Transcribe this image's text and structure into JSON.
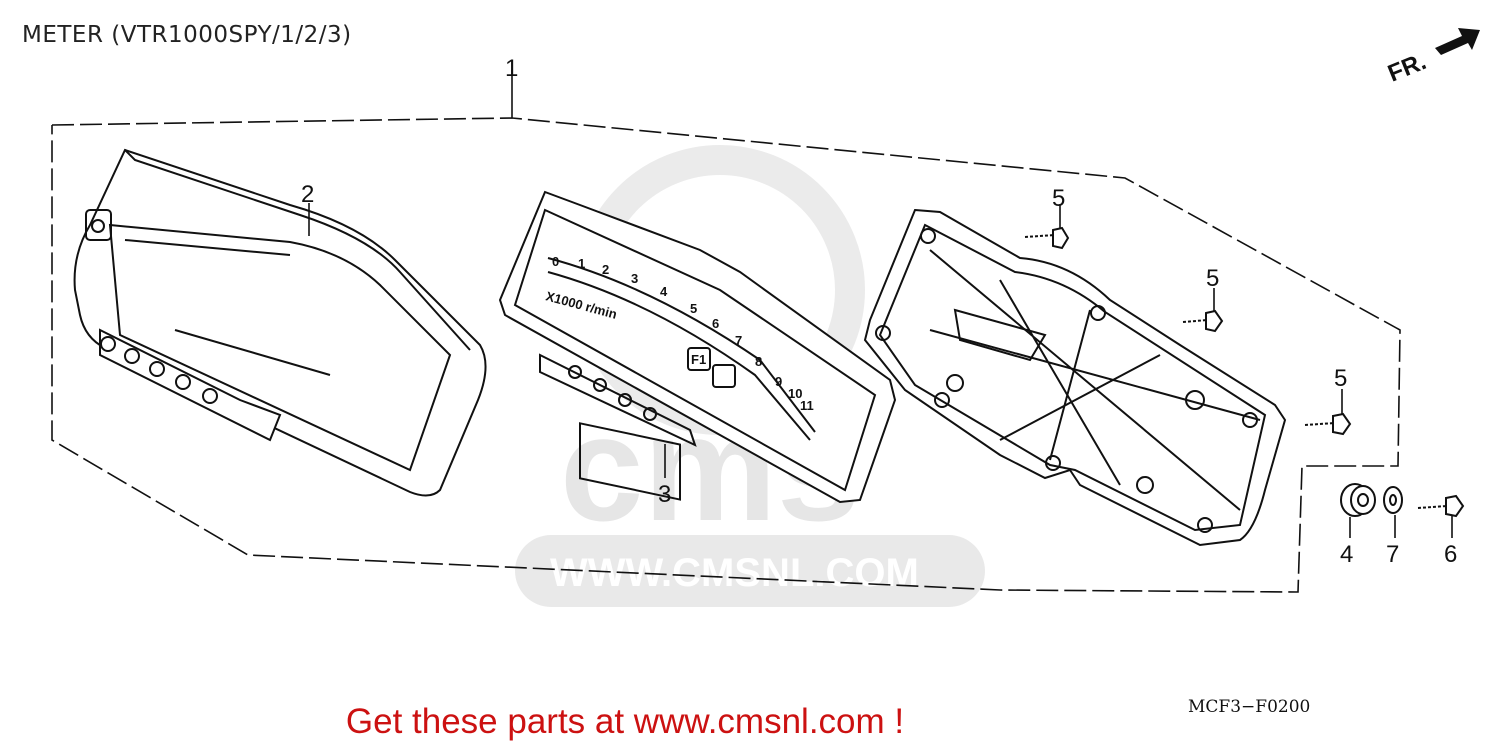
{
  "title": "METER (VTR1000SPY/1/2/3)",
  "diagram_code": "MCF3−F0200",
  "promo_text": "Get these parts at www.cmsnl.com !",
  "watermark": {
    "url": "WWW.CMSNL.COM",
    "logo": "cms"
  },
  "direction_marker": "FR.",
  "callouts": {
    "assembly": "1",
    "lens_case": "2",
    "meter_unit": "3",
    "grommet": "4",
    "screw_a": "5",
    "screw_b": "5",
    "screw_c": "5",
    "screw_d": "6",
    "washer": "7"
  },
  "dial_labels": [
    "0",
    "1",
    "2",
    "3",
    "4",
    "5",
    "6",
    "7",
    "8",
    "9",
    "10",
    "11"
  ],
  "dial_unit": "X1000 r/min",
  "indicator_label": "F1",
  "colors": {
    "promo": "#cc1111",
    "line": "#111111",
    "watermark": "#e6e6e6"
  }
}
